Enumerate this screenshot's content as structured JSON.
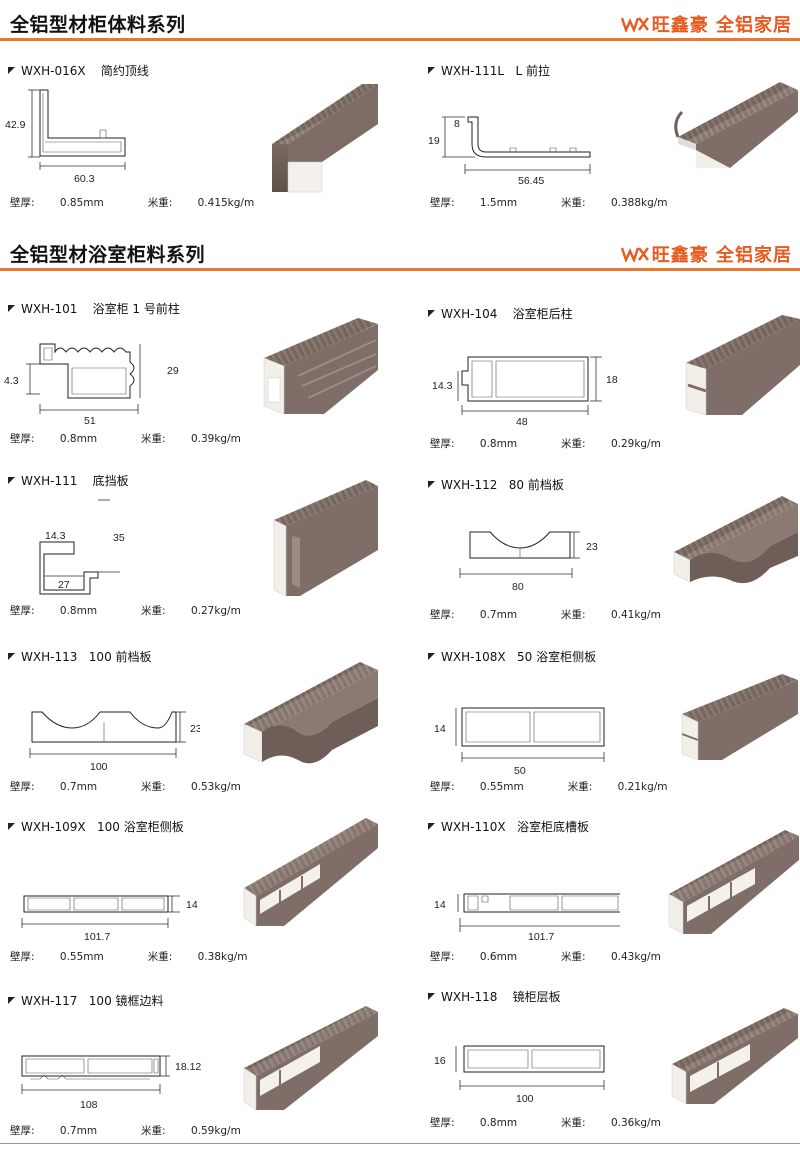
{
  "sections": [
    {
      "title": "全铝型材柜体料系列",
      "logo": "旺鑫豪 全铝家居"
    },
    {
      "title": "全铝型材浴室柜料系列",
      "logo": "旺鑫豪 全铝家居"
    }
  ],
  "labels": {
    "thickness": "壁厚:",
    "weight": "米重:"
  },
  "products": [
    {
      "code": "WXH-016X",
      "name": "简约顶线",
      "thickness": "0.85mm",
      "weight": "0.415kg/m",
      "dims": [
        "42.9",
        "60.3"
      ]
    },
    {
      "code": "WXH-111L",
      "name": "L 前拉",
      "thickness": "1.5mm",
      "weight": "0.388kg/m",
      "dims": [
        "8",
        "19",
        "56.45"
      ]
    },
    {
      "code": "WXH-101",
      "name": "浴室柜 1 号前柱",
      "thickness": "0.8mm",
      "weight": "0.39kg/m",
      "dims": [
        "4.3",
        "29",
        "51"
      ]
    },
    {
      "code": "WXH-104",
      "name": "浴室柜后柱",
      "thickness": "0.8mm",
      "weight": "0.29kg/m",
      "dims": [
        "14.3",
        "18",
        "48"
      ]
    },
    {
      "code": "WXH-111",
      "name": "底挡板",
      "thickness": "0.8mm",
      "weight": "0.27kg/m",
      "dims": [
        "14.3",
        "35",
        "27"
      ]
    },
    {
      "code": "WXH-112",
      "name": "80 前档板",
      "thickness": "0.7mm",
      "weight": "0.41kg/m",
      "dims": [
        "23",
        "80"
      ]
    },
    {
      "code": "WXH-113",
      "name": "100 前档板",
      "thickness": "0.7mm",
      "weight": "0.53kg/m",
      "dims": [
        "23",
        "100"
      ]
    },
    {
      "code": "WXH-108X",
      "name": "50 浴室柜侧板",
      "thickness": "0.55mm",
      "weight": "0.21kg/m",
      "dims": [
        "14",
        "50"
      ]
    },
    {
      "code": "WXH-109X",
      "name": "100 浴室柜侧板",
      "thickness": "0.55mm",
      "weight": "0.38kg/m",
      "dims": [
        "14",
        "101.7"
      ]
    },
    {
      "code": "WXH-110X",
      "name": "浴室柜底槽板",
      "thickness": "0.6mm",
      "weight": "0.43kg/m",
      "dims": [
        "14",
        "101.7"
      ]
    },
    {
      "code": "WXH-117",
      "name": "100 镜框边料",
      "thickness": "0.7mm",
      "weight": "0.59kg/m",
      "dims": [
        "18.12",
        "108"
      ]
    },
    {
      "code": "WXH-118",
      "name": "镜柜层板",
      "thickness": "0.8mm",
      "weight": "0.36kg/m",
      "dims": [
        "16",
        "100"
      ]
    }
  ],
  "colors": {
    "accent": "#e8792f",
    "logo": "#e85a1e",
    "wood": "#8a7a72",
    "wood_dark": "#6b5c55"
  }
}
